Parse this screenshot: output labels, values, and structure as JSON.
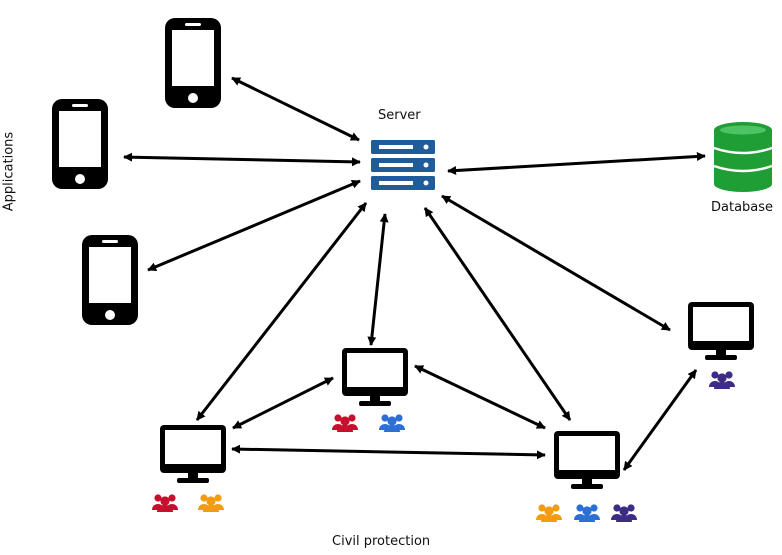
{
  "labels": {
    "server": "Server",
    "database": "Database",
    "applications": "Applications",
    "civil_protection": "Civil protection"
  },
  "colors": {
    "server": "#1f5c99",
    "database": "#1e9e35",
    "line": "#000000",
    "group_red": "#c8102e",
    "group_blue": "#2e6fd6",
    "group_orange": "#f39c12",
    "group_purple": "#3d2b84"
  },
  "icons": {
    "phone": "smartphone-icon",
    "monitor": "monitor-icon",
    "server": "server-icon",
    "database": "database-icon",
    "group": "user-group-icon"
  }
}
